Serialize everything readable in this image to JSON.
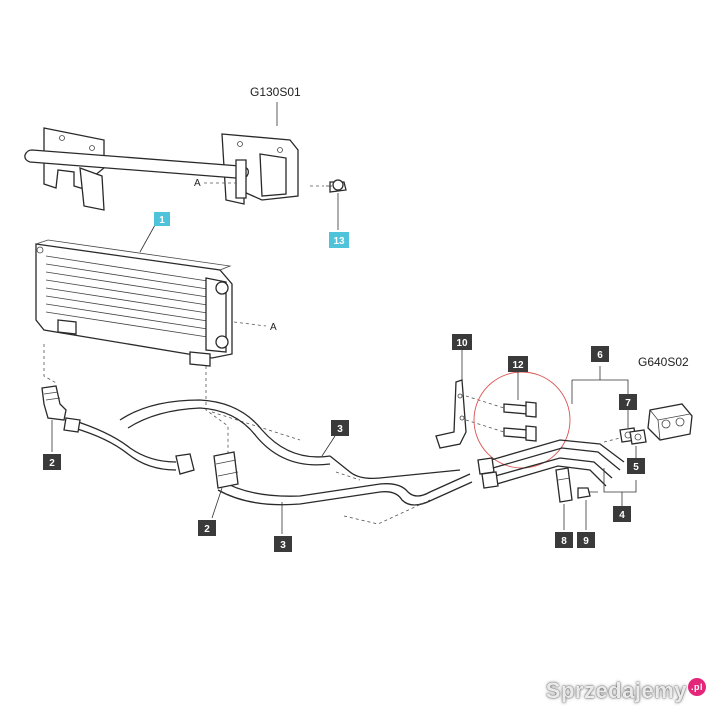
{
  "colors": {
    "callout_dark": "#3a3a3a",
    "callout_highlight": "#4fc3d9",
    "line": "#2a2a2a",
    "highlight_circle": "#d9534f"
  },
  "refs": {
    "bracket_group": "G130S01",
    "valve_group": "G640S02"
  },
  "letters": {
    "a_top": "A",
    "a_cooler": "A"
  },
  "callouts": {
    "c1": "1",
    "c13": "13",
    "c10": "10",
    "c12": "12",
    "c6": "6",
    "c7": "7",
    "c5": "5",
    "c4": "4",
    "c2_left": "2",
    "c3_upper": "3",
    "c2_mid": "2",
    "c3_lower": "3",
    "c8": "8",
    "c9": "9"
  },
  "watermark": {
    "text": "Sprzedajemy",
    "suffix": ".pl"
  }
}
